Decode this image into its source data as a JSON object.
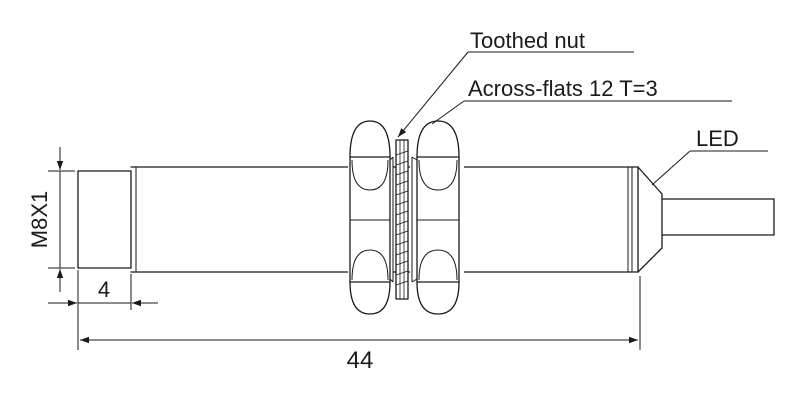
{
  "labels": {
    "toothed_nut": "Toothed nut",
    "across_flats": "Across-flats 12 T=3",
    "led": "LED",
    "thread": "M8X1",
    "dim_sensing_face": "4",
    "dim_overall_length": "44"
  },
  "colors": {
    "line": "#1a1a1a",
    "background": "#ffffff"
  }
}
